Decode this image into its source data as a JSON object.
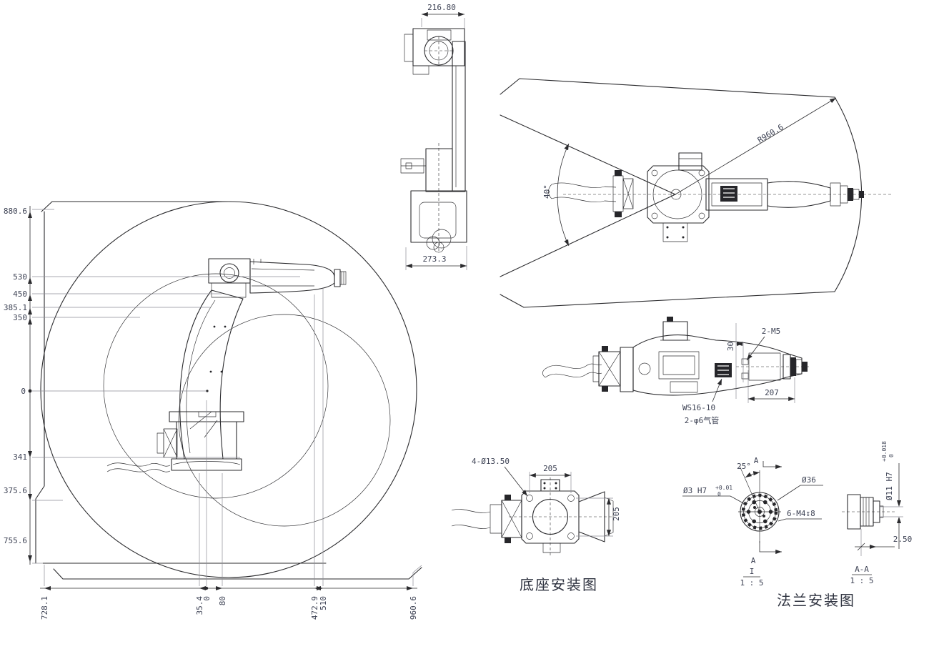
{
  "drawing": {
    "main_view": {
      "v_dims": [
        "880.6",
        "530",
        "450",
        "385.1",
        "350",
        "0",
        "341",
        "375.6",
        "755.6"
      ],
      "h_dims": [
        "728.1",
        "35.4",
        "0",
        "80",
        "472.9",
        "510",
        "960.6"
      ]
    },
    "front_view": {
      "width_dim": "216.80",
      "depth_dim": "273.3"
    },
    "top_view": {
      "radius_dim": "R960.6",
      "angle_dim": "40°"
    },
    "arm_view": {
      "offset_dim": "30",
      "holes_label": "2-M5",
      "reach_dim": "207",
      "connector_label": "WS16-10",
      "air_label": "2-φ6气管"
    },
    "base_view": {
      "holes_label": "4-Ø13.50",
      "width_dim": "205",
      "height_dim": "205",
      "caption": "底座安装图"
    },
    "flange_view": {
      "angle_dim": "25°",
      "datum_label": "A",
      "pin_label": "Ø3 H7",
      "pin_tol_hi": "+0.01",
      "pin_tol_lo": "0",
      "bolt_circle_dim": "Ø36",
      "tapped_label": "6-M4↧8",
      "view_id": "I",
      "view_scale": "1 : 5",
      "caption": "法兰安装图"
    },
    "section_view": {
      "bore_label": "Ø11 H7",
      "bore_tol_hi": "+0.018",
      "bore_tol_lo": "0",
      "depth_dim": "2.50",
      "view_id": "A-A",
      "view_scale": "1 : 5"
    },
    "colors": {
      "line": "#2b2b2e",
      "text": "#3d4254",
      "background": "#ffffff"
    }
  }
}
